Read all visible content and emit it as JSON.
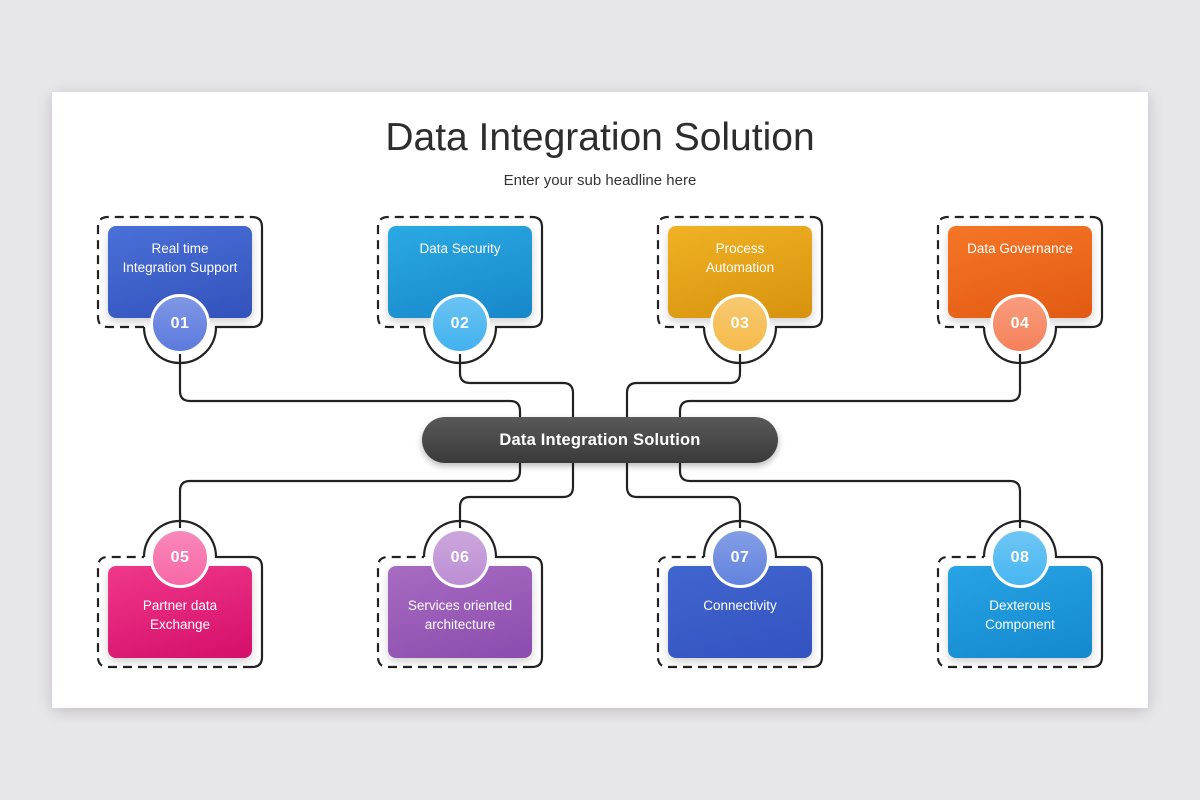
{
  "page": {
    "background_color": "#e7e6e8",
    "card_color": "#ffffff"
  },
  "header": {
    "title": "Data Integration Solution",
    "subtitle": "Enter your sub headline here"
  },
  "diagram": {
    "line_color": "#222222",
    "center": {
      "label": "Data Integration Solution",
      "color_top": "#595959",
      "color_bottom": "#3a3a3a"
    },
    "items": [
      {
        "number": "01",
        "title": "Real time\nIntegration Support",
        "row": "top",
        "color_top": "#4a70d8",
        "color_bottom": "#3352bb",
        "circle_color": "#5c7ade"
      },
      {
        "number": "02",
        "title": "Data Security",
        "row": "top",
        "color_top": "#2baae4",
        "color_bottom": "#1787c9",
        "circle_color": "#41b2ef"
      },
      {
        "number": "03",
        "title": "Process\nAutomation",
        "row": "top",
        "color_top": "#f0b224",
        "color_bottom": "#d7920e",
        "circle_color": "#f5ba4a"
      },
      {
        "number": "04",
        "title": "Data Governance",
        "row": "top",
        "color_top": "#f57627",
        "color_bottom": "#e25a12",
        "circle_color": "#f6815a"
      },
      {
        "number": "05",
        "title": "Partner data\nExchange",
        "row": "bottom",
        "color_top": "#f0388a",
        "color_bottom": "#d40e6b",
        "circle_color": "#f767a7"
      },
      {
        "number": "06",
        "title": "Services oriented\narchitecture",
        "row": "bottom",
        "color_top": "#a76cc2",
        "color_bottom": "#8c4bad",
        "circle_color": "#bd8ed3"
      },
      {
        "number": "07",
        "title": "Connectivity",
        "row": "bottom",
        "color_top": "#4165ce",
        "color_bottom": "#3353c0",
        "circle_color": "#6283de"
      },
      {
        "number": "08",
        "title": "Dexterous\nComponent",
        "row": "bottom",
        "color_top": "#27a4e5",
        "color_bottom": "#1488ce",
        "circle_color": "#47b6f1"
      }
    ]
  }
}
